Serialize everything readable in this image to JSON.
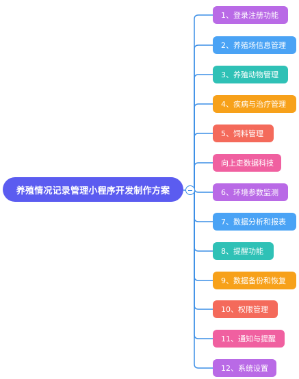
{
  "root": {
    "label": "养殖情况记录管理小程序开发制作方案",
    "color": "#5b5cf0"
  },
  "connector_color": "#3a8ee6",
  "children": [
    {
      "label": "1、登录注册功能",
      "color": "#b96ae6"
    },
    {
      "label": "2、养殖场信息管理",
      "color": "#4aa3f5"
    },
    {
      "label": "3、养殖动物管理",
      "color": "#2fc1b6"
    },
    {
      "label": "4、疾病与治疗管理",
      "color": "#f7a11a"
    },
    {
      "label": "5、饲料管理",
      "color": "#f46a5b"
    },
    {
      "label": "向上走数据科技",
      "color": "#f060a0"
    },
    {
      "label": "6、环境参数监测",
      "color": "#b96ae6"
    },
    {
      "label": "7、数据分析和报表",
      "color": "#4aa3f5"
    },
    {
      "label": "8、提醒功能",
      "color": "#2fc1b6"
    },
    {
      "label": "9、数据备份和恢复",
      "color": "#f7a11a"
    },
    {
      "label": "10、权限管理",
      "color": "#f46a5b"
    },
    {
      "label": "11、通知与提醒",
      "color": "#f060a0"
    },
    {
      "label": "12、系统设置",
      "color": "#b96ae6"
    }
  ]
}
